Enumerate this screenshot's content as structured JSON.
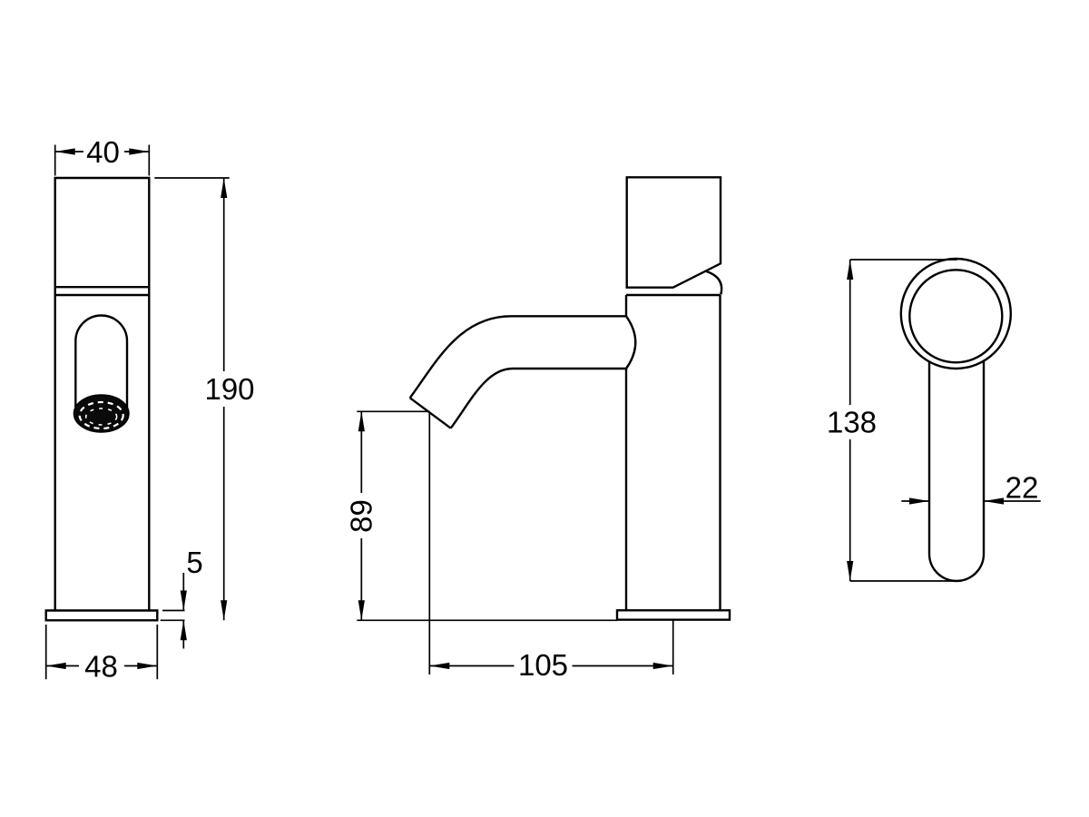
{
  "colors": {
    "line": "#000000",
    "background": "#ffffff",
    "aerator_fill": "#0a0a0a"
  },
  "views": {
    "front": {
      "dim_top_width": "40",
      "dim_total_height": "190",
      "dim_base_thickness": "5",
      "dim_base_width": "48"
    },
    "side": {
      "dim_outlet_height": "89",
      "dim_reach": "105"
    },
    "handle": {
      "dim_height": "138",
      "dim_width": "22"
    }
  }
}
